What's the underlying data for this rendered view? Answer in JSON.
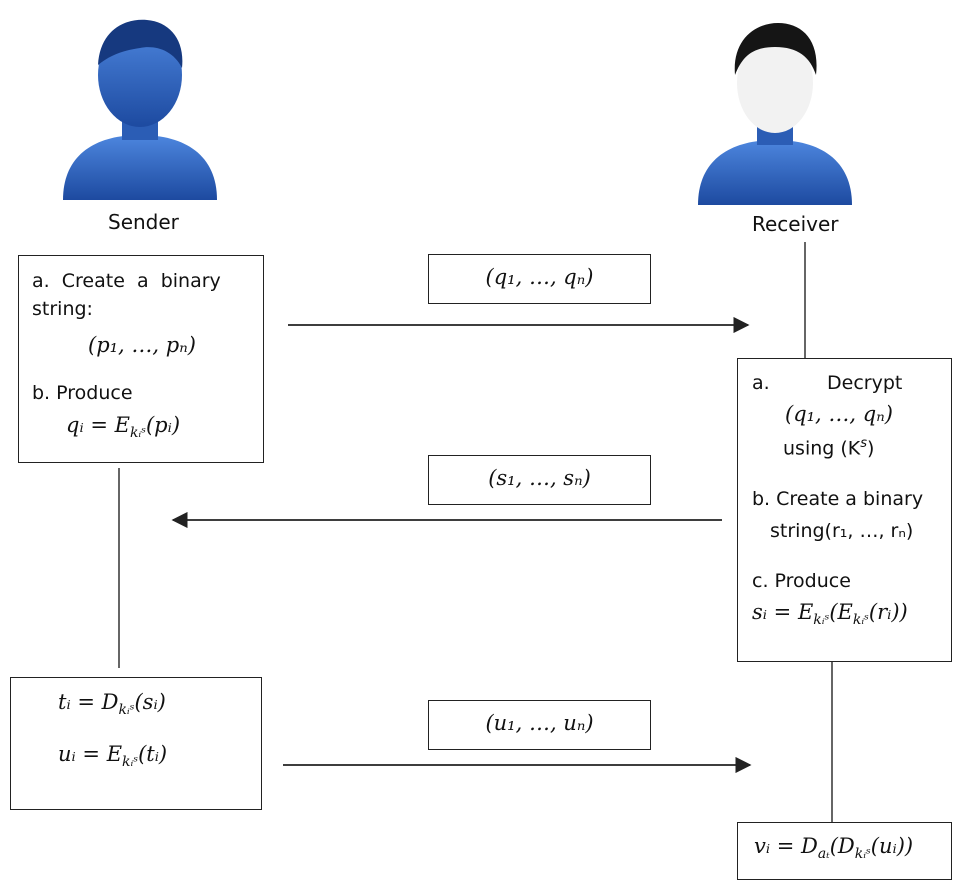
{
  "actors": {
    "sender": {
      "label": "Sender",
      "icon": "user-icon",
      "color": "#2f5fb8"
    },
    "receiver": {
      "label": "Receiver",
      "icon": "user-icon",
      "color": "#2f5fb8"
    }
  },
  "sender_box1": {
    "step_a_line1": "a.  Create  a  binary",
    "step_a_line2": "string:",
    "step_a_tuple": "(p₁, …, pₙ)",
    "step_b_label": "b. Produce",
    "step_b_formula": "qᵢ = E"
  },
  "receiver_box1": {
    "step_a_letter": "a.",
    "step_a_word": "Decrypt",
    "step_a_tuple": "(q₁, …, qₙ)",
    "step_a_using": "using (K",
    "step_a_using_sup": "s",
    "step_b_line1": "b. Create a binary",
    "step_b_line2": "string(r₁, …, rₙ)",
    "step_c_label": "c. Produce",
    "step_c_formula": "sᵢ = E"
  },
  "sender_box2": {
    "t_formula": "tᵢ = D",
    "u_formula": "uᵢ = E"
  },
  "receiver_box2": {
    "v_formula": "vᵢ = D"
  },
  "messages": {
    "msg1": "(q₁, …, qₙ)",
    "msg2": "(s₁, …, sₙ)",
    "msg3": "(u₁, …, uₙ)"
  }
}
